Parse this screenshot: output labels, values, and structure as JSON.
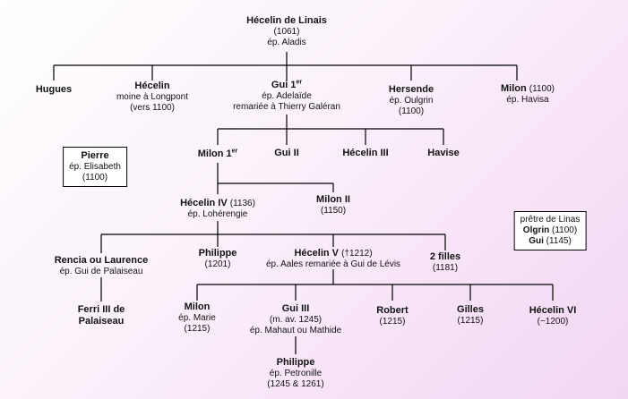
{
  "tree": {
    "root": {
      "name": "Hécelin de Linais",
      "year": "(1061)",
      "spouse": "ép. Aladis"
    },
    "gen1": [
      {
        "name": "Hugues"
      },
      {
        "name": "Hécelin",
        "line2": "moine à Longpont",
        "line3": "(vers 1100)"
      },
      {
        "name": "Gui 1",
        "sup": "er",
        "line2": "ép. Adelaïde",
        "line3": "remariée à Thierry Galéran"
      },
      {
        "name": "Hersende",
        "line2": "ép. Oulgrin",
        "line3": "(1100)"
      },
      {
        "name": "Milon",
        "year": "(1100)",
        "line2": "ép. Havisa"
      }
    ],
    "pierre": {
      "name": "Pierre",
      "line2": "ép. Elisabeth",
      "line3": "(1100)"
    },
    "gen2": [
      {
        "name": "Milon 1",
        "sup": "er"
      },
      {
        "name": "Gui II"
      },
      {
        "name": "Hécelin III"
      },
      {
        "name": "Havise"
      }
    ],
    "hecelin4": {
      "name": "Hécelin IV",
      "year": "(1136)",
      "line2": "ép. Lohérengie"
    },
    "milon2": {
      "name": "Milon II",
      "line2": "(1150)"
    },
    "pretre": {
      "line1": "prêtre de Linas",
      "name2": "Olgrin",
      "year2": "(1100)",
      "name3": "Gui",
      "year3": "(1145)"
    },
    "gen4": [
      {
        "name": "Rencia ou Laurence",
        "line2": "ép. Gui de Palaiseau"
      },
      {
        "name": "Philippe",
        "line2": "(1201)"
      },
      {
        "name": "Hécelin V",
        "year": "(†1212)",
        "line2": "ép. Aales remariée à Gui de Lévis"
      },
      {
        "name": "2 filles",
        "line2": "(1181)"
      }
    ],
    "ferri": {
      "name": "Ferri III de",
      "line2": "Palaiseau"
    },
    "gen5": [
      {
        "name": "Milon",
        "line2": "ép. Marie",
        "line3": "(1215)"
      },
      {
        "name": "Gui III",
        "line2": "(m. av. 1245)",
        "line3": "ép. Mahaut ou Mathide"
      },
      {
        "name": "Robert",
        "line2": "(1215)"
      },
      {
        "name": "Gilles",
        "line2": "(1215)"
      },
      {
        "name": "Hécelin VI",
        "line2": "(~1200)"
      }
    ],
    "philippe2": {
      "name": "Philippe",
      "line2": "ép. Petronille",
      "line3": "(1245 & 1261)"
    }
  }
}
